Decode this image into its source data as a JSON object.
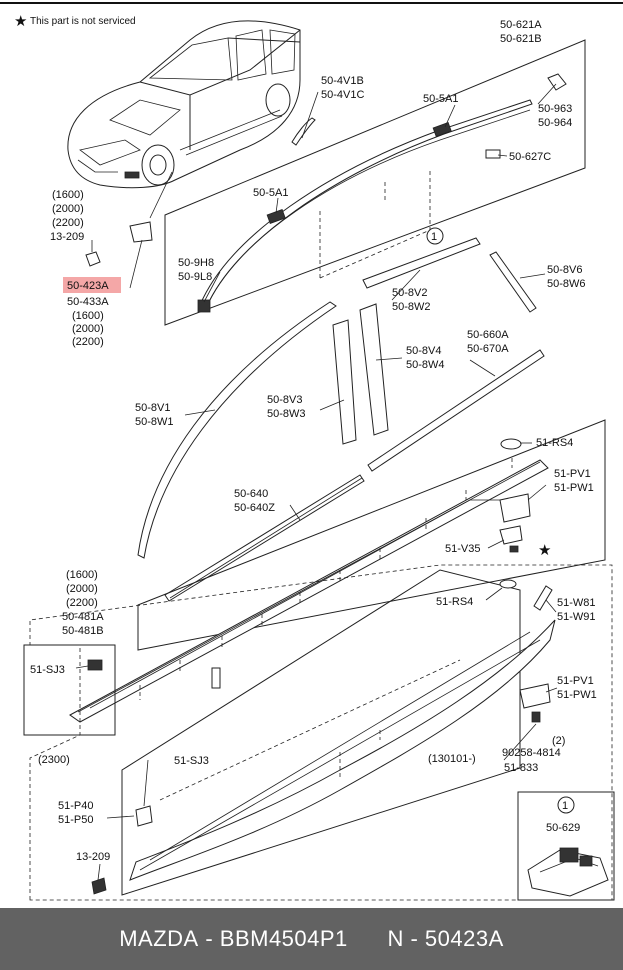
{
  "note": {
    "text": "This part is not serviced"
  },
  "labels": {
    "p50621a": "50-621A",
    "p50621b": "50-621B",
    "p504v1b": "50-4V1B",
    "p504v1c": "50-4V1C",
    "p505a1_top": "50-5A1",
    "p50963": "50-963",
    "p50964": "50-964",
    "p50627c": "50-627C",
    "p1600a": "(1600)",
    "p2000a": "(2000)",
    "p2200a": "(2200)",
    "p13209a": "13-209",
    "p505a1_mid": "50-5A1",
    "p509h8": "50-9H8",
    "p509l8": "50-9L8",
    "p50423a": "50-423A",
    "p50433a": "50-433A",
    "p1600b": "(1600)",
    "p2000b": "(2000)",
    "p2200b": "(2200)",
    "p508v2": "50-8V2",
    "p508w2": "50-8W2",
    "p508v6": "50-8V6",
    "p508w6": "50-8W6",
    "p508v4": "50-8V4",
    "p508w4": "50-8W4",
    "p50660a": "50-660A",
    "p50670a": "50-670A",
    "p508v3": "50-8V3",
    "p508w3": "50-8W3",
    "p508v1": "50-8V1",
    "p508w1": "50-8W1",
    "p51rs4a": "51-RS4",
    "p51pv1a": "51-PV1",
    "p51pw1a": "51-PW1",
    "p50640": "50-640",
    "p50640z": "50-640Z",
    "p51v35": "51-V35",
    "p1600c": "(1600)",
    "p2000c": "(2000)",
    "p2200c": "(2200)",
    "p50481a": "50-481A",
    "p50481b": "50-481B",
    "p51rs4b": "51-RS4",
    "p51w81": "51-W81",
    "p51w91": "51-W91",
    "p51sj3a": "51-SJ3",
    "p51pv1b": "51-PV1",
    "p51pw1b": "51-PW1",
    "p2": "(2)",
    "p2300": "(2300)",
    "p130101": "(130101-)",
    "p902584814": "90258-4814",
    "p51833": "51-833",
    "p51sj3b": "51-SJ3",
    "p51p40": "51-P40",
    "p51p50": "51-P50",
    "p13209b": "13-209",
    "p50629": "50-629",
    "ref1a": "1",
    "ref1b": "1"
  },
  "footer": {
    "brand": "MAZDA",
    "part_number": "BBM4504P1",
    "ref_number": "N - 50423A"
  },
  "colors": {
    "highlight": "#f4a7a7",
    "footer_bg": "#626262"
  }
}
